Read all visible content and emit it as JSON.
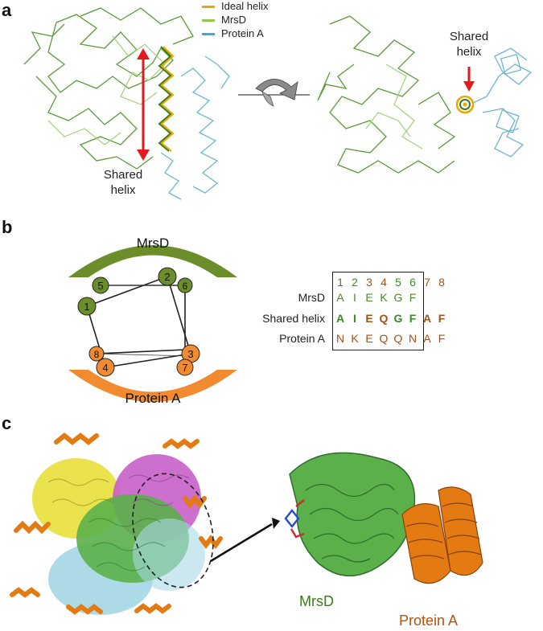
{
  "panel_a": {
    "letter": "a",
    "legend": [
      {
        "label": "Ideal helix",
        "color": "#e8a800"
      },
      {
        "label": "MrsD",
        "color": "#8cc84b"
      },
      {
        "label": "Protein A",
        "color": "#3fa9d6"
      }
    ],
    "left_label": "Shared\nhelix",
    "right_label": "Shared\nhelix",
    "arrow_color": "#e31a1c"
  },
  "panel_b": {
    "letter": "b",
    "top_bar_label": "MrsD",
    "bottom_bar_label": "Protein A",
    "mrsd_color": "#6b8e2a",
    "proteinA_color": "#f28a30",
    "wheel_nodes": [
      "1",
      "2",
      "3",
      "4",
      "5",
      "6",
      "7",
      "8"
    ],
    "table": {
      "positions": [
        "1",
        "2",
        "3",
        "4",
        "5",
        "6",
        "7",
        "8"
      ],
      "rows": [
        {
          "label": "MrsD",
          "residues": [
            "A",
            "I",
            "E",
            "K",
            "G",
            "F",
            "",
            ""
          ]
        },
        {
          "label": "Shared helix",
          "residues": [
            "A",
            "I",
            "E",
            "Q",
            "G",
            "F",
            "A",
            "F"
          ]
        },
        {
          "label": "Protein A",
          "residues": [
            "N",
            "K",
            "E",
            "Q",
            "Q",
            "N",
            "A",
            "F"
          ]
        }
      ]
    }
  },
  "panel_c": {
    "letter": "c",
    "mrsd_label": "MrsD",
    "proteinA_label": "Protein A"
  }
}
